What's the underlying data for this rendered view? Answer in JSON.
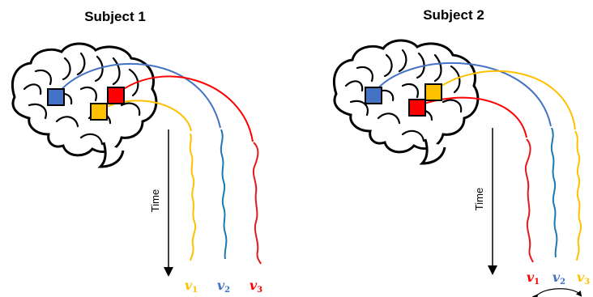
{
  "colors": {
    "blue": "#4472C4",
    "red": "#FF0000",
    "yellow": "#FFC000",
    "sig_blue": "#1f77b4",
    "sig_red": "#e41a1c",
    "sig_yellow": "#f5c000"
  },
  "panels": [
    {
      "title": "Subject 1",
      "time_label": "Time",
      "labels": [
        {
          "base": "v",
          "sub": "1",
          "color": "yellow"
        },
        {
          "base": "v",
          "sub": "2",
          "color": "blue"
        },
        {
          "base": "v",
          "sub": "3",
          "color": "red"
        }
      ]
    },
    {
      "title": "Subject 2",
      "time_label": "Time",
      "labels": [
        {
          "base": "v",
          "sub": "1",
          "color": "red"
        },
        {
          "base": "v",
          "sub": "2",
          "color": "blue"
        },
        {
          "base": "v",
          "sub": "3",
          "color": "yellow"
        }
      ],
      "swap_arrow": true
    }
  ]
}
